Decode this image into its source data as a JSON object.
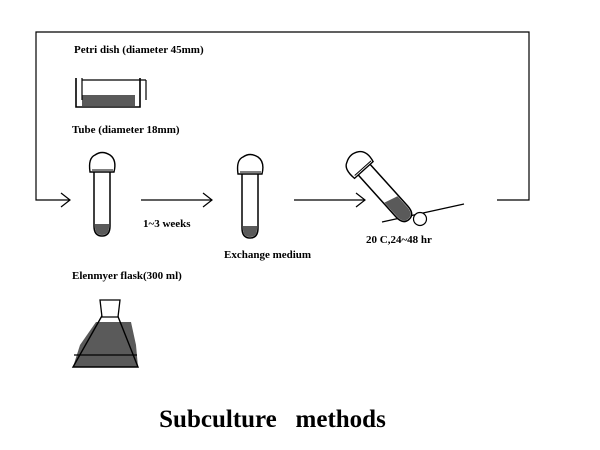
{
  "labels": {
    "petri_dish": "Petri dish (diameter 45mm)",
    "tube": "Tube (diameter 18mm)",
    "duration": "1~3 weeks",
    "exchange_medium": "Exchange medium",
    "incubation": "20 C,24~48 hr",
    "flask": "Elenmyer flask(300 ml)"
  },
  "caption": "Subculture   methods",
  "colors": {
    "line": "#000000",
    "medium": "#5a5a5a",
    "background": "#ffffff"
  }
}
